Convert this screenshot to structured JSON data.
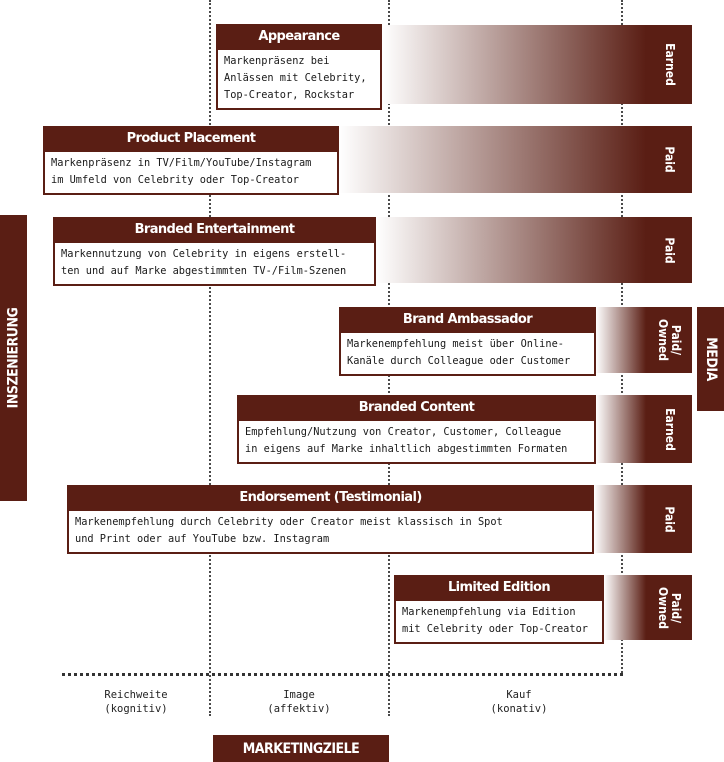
{
  "colors": {
    "brand": "#5a1e14",
    "band_light": "#ffffff",
    "guide": "#4a4a4a"
  },
  "side_labels": {
    "left": "INSZENIERUNG",
    "right": "MEDIA",
    "bottom": "MARKETINGZIELE"
  },
  "axis": {
    "columns": [
      {
        "line1": "Reichweite",
        "line2": "(kognitiv)"
      },
      {
        "line1": "Image",
        "line2": "(affektiv)"
      },
      {
        "line1": "Kauf",
        "line2": "(konativ)"
      }
    ]
  },
  "rows": [
    {
      "title": "Appearance",
      "description": "Markenpräsenz bei\nAnlässen mit Celebrity,\nTop-Creator, Rockstar",
      "media": "Earned"
    },
    {
      "title": "Product Placement",
      "description": "Markenpräsenz in TV/Film/YouTube/Instagram\nim Umfeld von Celebrity oder Top-Creator",
      "media": "Paid"
    },
    {
      "title": "Branded Entertainment",
      "description": "Markennutzung von Celebrity in eigens erstell-\nten und auf Marke abgestimmten TV-/Film-Szenen",
      "media": "Paid"
    },
    {
      "title": "Brand Ambassador",
      "description": "Markenempfehlung meist über Online-\nKanäle durch Colleague oder Customer",
      "media": "Paid/\nOwned"
    },
    {
      "title": "Branded Content",
      "description": "Empfehlung/Nutzung von Creator, Customer, Colleague\nin eigens auf Marke inhaltlich abgestimmten Formaten",
      "media": "Earned"
    },
    {
      "title": "Endorsement (Testimonial)",
      "description": "Markenempfehlung durch Celebrity oder Creator meist klassisch in Spot\nund Print oder auf YouTube bzw. Instagram",
      "media": "Paid"
    },
    {
      "title": "Limited Edition",
      "description": "Markenempfehlung via Edition\nmit Celebrity oder Top-Creator",
      "media": "Paid/\nOwned"
    }
  ]
}
